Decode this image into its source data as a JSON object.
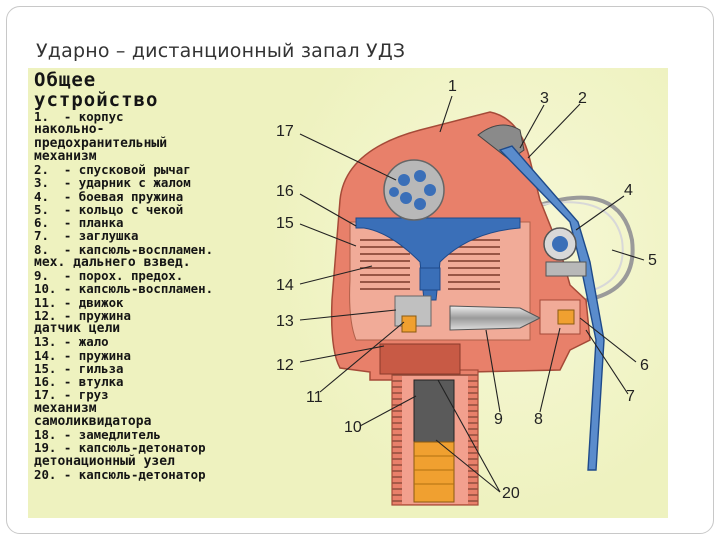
{
  "slide_title": "Ударно – дистанционный запал УДЗ",
  "legend": {
    "heading": [
      "Общее",
      "устройство"
    ],
    "rows": [
      "1.  - корпус",
      "накольно-",
      "предохранительный",
      "механизм",
      "2.  - спусковой рычаг",
      "3.  - ударник с жалом",
      "4.  - боевая пружина",
      "5.  - кольцо с чекой",
      "6.  - планка",
      "7.  - заглушка",
      "8.  - капсюль-воспламен.",
      "мех. дальнего взвед.",
      "9.  - порох. предох.",
      "10. - капсюль-воспламен.",
      "11. - движок",
      "12. - пружина",
      "датчик цели",
      "13. - жало",
      "14. - пружина",
      "15. - гильза",
      "16. - втулка",
      "17. - груз",
      "механизм",
      "самоликвидатора",
      "18. - замедлитель",
      "19. - капсюль-детонатор",
      "детонационный узел",
      "20. - капсюль-детонатор"
    ]
  },
  "callouts": [
    "1",
    "2",
    "3",
    "4",
    "5",
    "6",
    "7",
    "8",
    "9",
    "10",
    "11",
    "12",
    "13",
    "14",
    "15",
    "16",
    "17",
    "20"
  ],
  "colors": {
    "panel": "#eef2bf",
    "body": "#e8806a",
    "body_dark": "#c85a45",
    "blue": "#3a6fb8",
    "grey": "#b0b0b0",
    "detonator": "#f0a030"
  }
}
